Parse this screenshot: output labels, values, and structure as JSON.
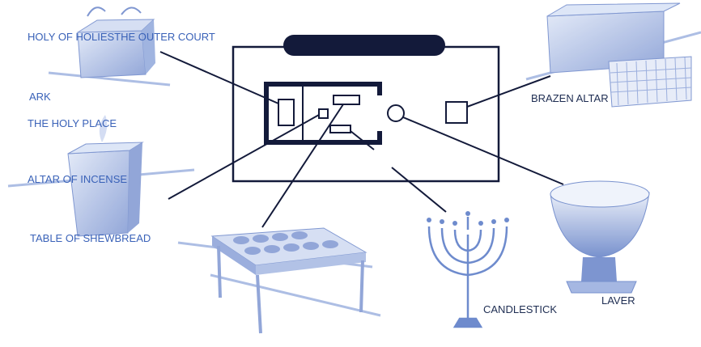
{
  "labels": {
    "holy_of_holies_outer_court": "HOLY OF HOLIESTHE OUTER COURT",
    "ark": "ARK",
    "holy_place": "THE HOLY PLACE",
    "altar_of_incense": "ALTAR OF INCENSE",
    "table_of_shewbread": "TABLE OF SHEWBREAD",
    "brazen_altar": "BRAZEN ALTAR",
    "candlestick": "CANDLESTICK",
    "laver": "LAVER"
  },
  "colors": {
    "ink": "#131a3a",
    "label_blue": "#3a62b8",
    "label_dark": "#1e2d52",
    "illustration": "#5f7fc8"
  },
  "icons": [
    "ark-illustration",
    "altar-of-incense-illustration",
    "table-of-shewbread-illustration",
    "candlestick-illustration",
    "laver-illustration",
    "brazen-altar-illustration"
  ]
}
